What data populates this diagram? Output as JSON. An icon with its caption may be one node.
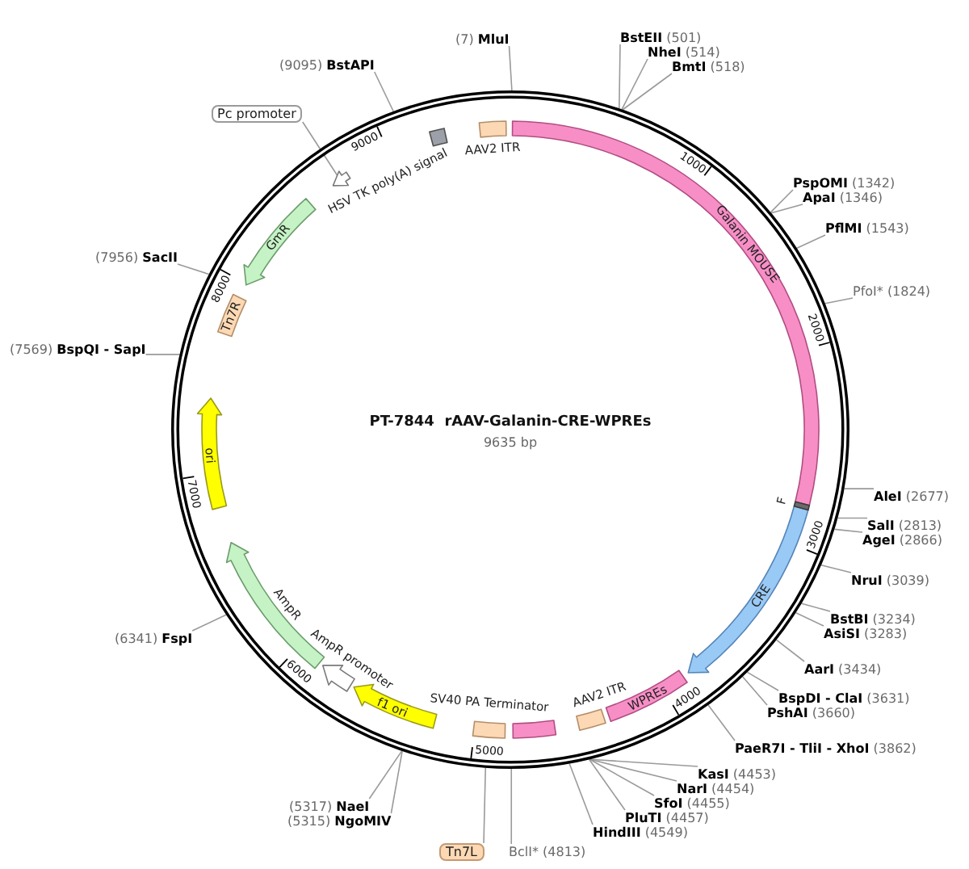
{
  "diagram": {
    "title": "PT-7844  rAAV-Galanin-CRE-WPREs",
    "nodes": [
      {
        "text": [],
        "shape": "circle"
      },
      {
        "text": [
          "AAV2 ITR"
        ],
        "in": 0
      },
      {
        "text": [
          "Galanin MOUSE"
        ],
        "in": 0
      },
      {
        "text": [
          "F"
        ],
        "in": 0
      },
      {
        "text": [
          "CRE"
        ],
        "in": 0
      },
      {
        "text": [
          "WPREs"
        ],
        "in": 0
      },
      {
        "text": [
          "AAV2 ITR"
        ],
        "in": 0
      },
      {
        "text": [
          "SV40 PA Terminator"
        ],
        "in": 0
      },
      {
        "text": [],
        "shape": "box",
        "in": 0
      },
      {
        "text": [
          "f1 ori"
        ],
        "in": 0
      },
      {
        "text": [
          "AmpR promoter"
        ],
        "in": 0
      },
      {
        "text": [
          "AmpR"
        ],
        "in": 0
      },
      {
        "text": [
          "ori"
        ],
        "in": 0
      },
      {
        "text": [
          "Tn7R"
        ],
        "in": 0
      },
      {
        "text": [
          "GmR"
        ],
        "in": 0
      },
      {
        "text": [],
        "shape": "arrow",
        "in": 0
      },
      {
        "text": [
          "HSV TK poly(A) signal"
        ],
        "in": 0
      },
      {
        "text": [
          "(7) **MluI**"
        ]
      },
      {
        "text": [
          "**BstEII** (501)"
        ]
      },
      {
        "text": [
          "**NheI** (514)"
        ]
      },
      {
        "text": [
          "**BmtI** (518)"
        ]
      },
      {
        "text": [
          "**PspOMI** (1342)"
        ]
      },
      {
        "text": [
          "**ApaI** (1346)"
        ]
      },
      {
        "text": [
          "**PflMI** (1543)"
        ]
      },
      {
        "text": [
          "PfoI* (1824)"
        ]
      },
      {
        "text": [
          "**AleI** (2677)"
        ]
      },
      {
        "text": [
          "**SalI** (2813)"
        ]
      },
      {
        "text": [
          "**AgeI** (2866)"
        ]
      },
      {
        "text": [
          "**NruI** (3039)"
        ]
      },
      {
        "text": [
          "**BstBI** (3234)"
        ]
      },
      {
        "text": [
          "**AsiSI** (3283)"
        ]
      },
      {
        "text": [
          "**AarI** (3434)"
        ]
      },
      {
        "text": [
          "**BspDI - ClaI** (3631)"
        ]
      },
      {
        "text": [
          "**PshAI** (3660)"
        ]
      },
      {
        "text": [
          "**PaeR7I - TliI - XhoI** (3862)"
        ]
      },
      {
        "text": [
          "**KasI** (4453)"
        ]
      },
      {
        "text": [
          "**NarI** (4454)"
        ]
      },
      {
        "text": [
          "**SfoI** (4455)"
        ]
      },
      {
        "text": [
          "**PluTI** (4457)"
        ]
      },
      {
        "text": [
          "**HindIII** (4549)"
        ]
      },
      {
        "text": [
          "BclI* (4813)"
        ]
      },
      {
        "text": [
          "Tn7L"
        ]
      },
      {
        "text": [
          "(5317) **NaeI**"
        ]
      },
      {
        "text": [
          "(5315) **NgoMIV**"
        ]
      },
      {
        "text": [
          "(6341) **FspI**"
        ]
      },
      {
        "text": [
          "(7569) **BspQI - SapI**"
        ]
      },
      {
        "text": [
          "(7956) **SacII**"
        ]
      },
      {
        "text": [
          "Pc promoter"
        ]
      },
      {
        "text": [
          "(9095) **BstAPI**"
        ]
      }
    ],
    "edges": [
      {
        "from": 17,
        "to": 0,
        "arrow": "none"
      },
      {
        "from": 18,
        "to": 0,
        "arrow": "none"
      },
      {
        "from": 19,
        "to": 0,
        "arrow": "none"
      },
      {
        "from": 20,
        "to": 0,
        "arrow": "none"
      },
      {
        "from": 21,
        "to": 0,
        "arrow": "none"
      },
      {
        "from": 22,
        "to": 0,
        "arrow": "none"
      },
      {
        "from": 23,
        "to": 0,
        "arrow": "none"
      },
      {
        "from": 24,
        "to": 0,
        "arrow": "none"
      },
      {
        "from": 25,
        "to": 0,
        "arrow": "none"
      },
      {
        "from": 26,
        "to": 0,
        "arrow": "none"
      },
      {
        "from": 27,
        "to": 0,
        "arrow": "none"
      },
      {
        "from": 28,
        "to": 0,
        "arrow": "none"
      },
      {
        "from": 29,
        "to": 0,
        "arrow": "none"
      },
      {
        "from": 30,
        "to": 0,
        "arrow": "none"
      },
      {
        "from": 31,
        "to": 0,
        "arrow": "none"
      },
      {
        "from": 32,
        "to": 0,
        "arrow": "none"
      },
      {
        "from": 33,
        "to": 0,
        "arrow": "none"
      },
      {
        "from": 34,
        "to": 0,
        "arrow": "none"
      },
      {
        "from": 35,
        "to": 0,
        "arrow": "none"
      },
      {
        "from": 36,
        "to": 0,
        "arrow": "none"
      },
      {
        "from": 37,
        "to": 0,
        "arrow": "none"
      },
      {
        "from": 38,
        "to": 0,
        "arrow": "none"
      },
      {
        "from": 39,
        "to": 0,
        "arrow": "none"
      },
      {
        "from": 40,
        "to": 0,
        "arrow": "none"
      },
      {
        "from": 41,
        "to": 0,
        "arrow": "none"
      },
      {
        "from": 42,
        "to": 0,
        "arrow": "none"
      },
      {
        "from": 43,
        "to": 0,
        "arrow": "none"
      },
      {
        "from": 44,
        "to": 0,
        "arrow": "none"
      },
      {
        "from": 45,
        "to": 0,
        "arrow": "none"
      },
      {
        "from": 46,
        "to": 0,
        "arrow": "none"
      },
      {
        "from": 47,
        "to": 15,
        "arrow": "none"
      },
      {
        "from": 48,
        "to": 0,
        "arrow": "none"
      }
    ],
    "labels": [
      "1000",
      "2000",
      "3000",
      "4000",
      "5000",
      "6000",
      "7000",
      "8000",
      "9000",
      "9635 bp"
    ]
  }
}
